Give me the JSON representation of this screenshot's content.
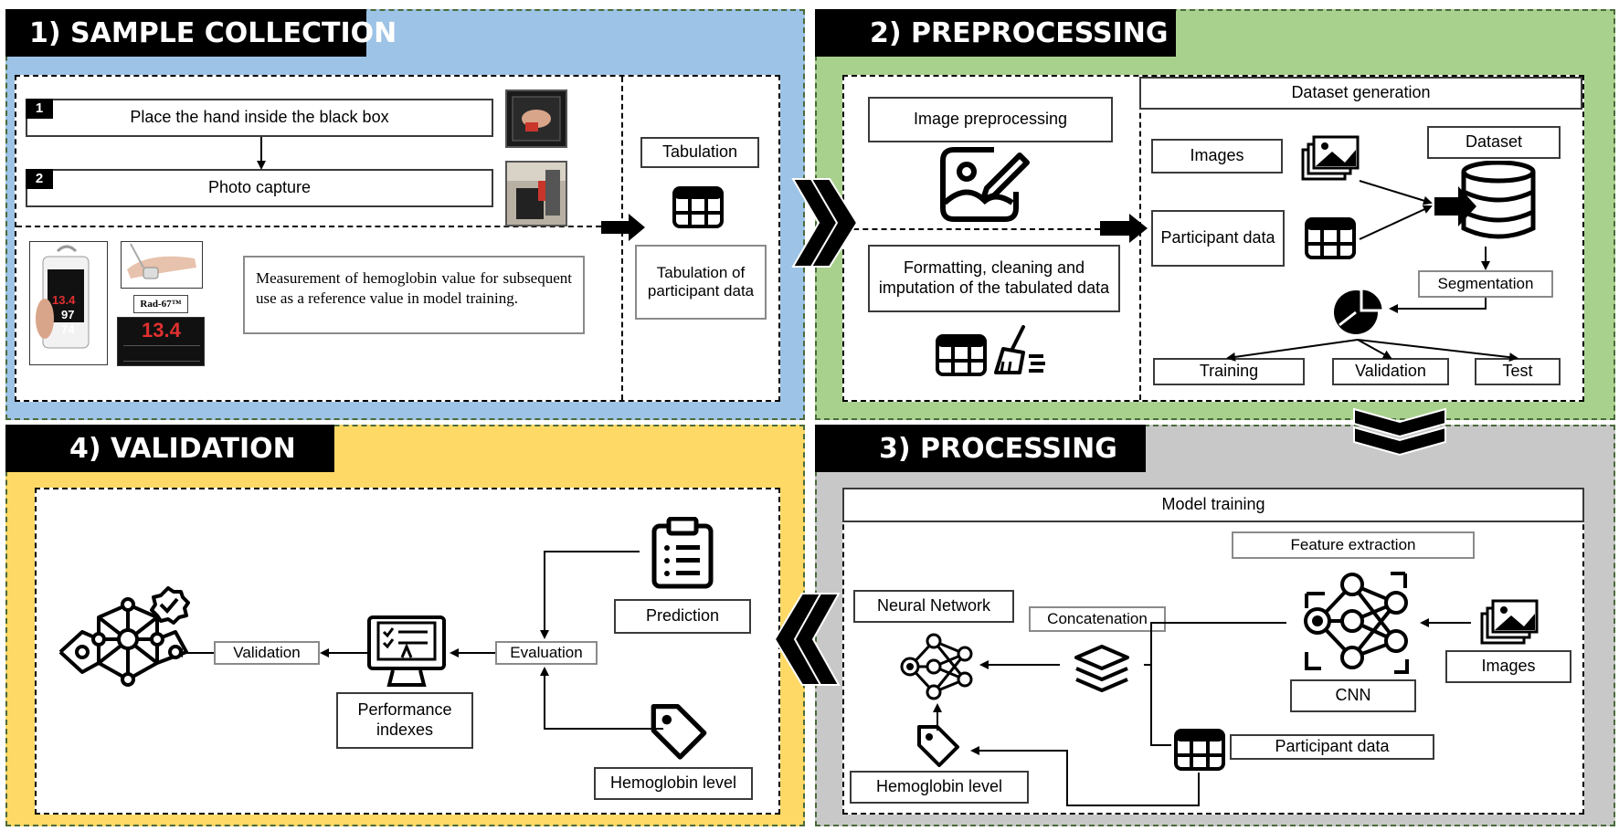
{
  "panels": {
    "sample_collection": {
      "title": "1) SAMPLE COLLECTION",
      "step1_num": "1",
      "step1": "Place the hand inside the black box",
      "step2_num": "2",
      "step2": "Photo capture",
      "device_values": [
        "13.4",
        "97",
        "74"
      ],
      "device_label": "Rad-67™",
      "device_screen": "13.4",
      "measurement": "Measurement of hemoglobin value for subsequent use as a reference value in model training.",
      "tabulation": "Tabulation",
      "tabulation_desc": "Tabulation of participant data"
    },
    "preprocessing": {
      "title": "2) PREPROCESSING",
      "image_preprocessing": "Image preprocessing",
      "formatting": "Formatting, cleaning and imputation of the tabulated data",
      "dataset_generation": "Dataset generation",
      "images": "Images",
      "participant_data": "Participant data",
      "dataset": "Dataset",
      "segmentation": "Segmentation",
      "training": "Training",
      "validation": "Validation",
      "test": "Test"
    },
    "processing": {
      "title": "3) PROCESSING",
      "model_training": "Model training",
      "feature_extraction": "Feature extraction",
      "neural_network": "Neural Network",
      "concatenation": "Concatenation",
      "images": "Images",
      "cnn": "CNN",
      "participant_data": "Participant data",
      "hemoglobin_level": "Hemoglobin level"
    },
    "validation": {
      "title": "4) VALIDATION",
      "prediction": "Prediction",
      "evaluation": "Evaluation",
      "validation": "Validation",
      "performance": "Performance indexes",
      "hemoglobin_level": "Hemoglobin level"
    }
  },
  "colors": {
    "panel1": "#9dc3e6",
    "panel2": "#a9d18e",
    "panel3": "#c8c8c8",
    "panel4": "#ffd966"
  }
}
